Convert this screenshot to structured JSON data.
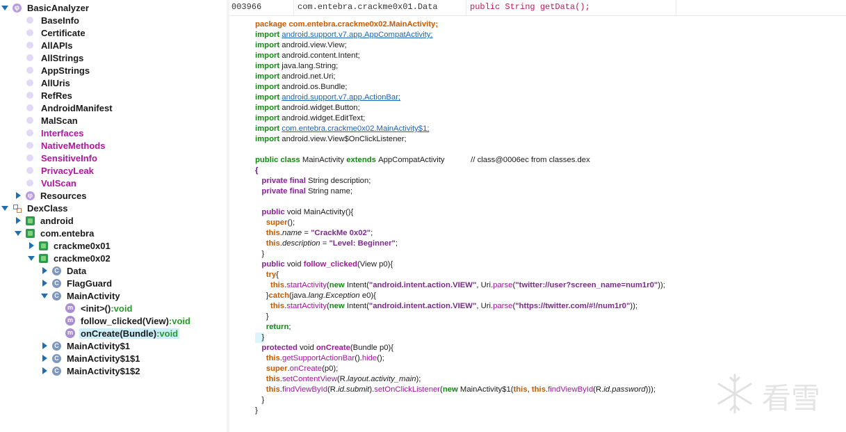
{
  "tree": {
    "nodes": [
      {
        "id": "basic",
        "label": "BasicAnalyzer",
        "depth": 0,
        "arrow": "down",
        "icon": "phi",
        "icon_name": "analyzer-icon",
        "color": "default",
        "selected": false
      },
      {
        "id": "baseinfo",
        "label": "BaseInfo",
        "depth": 1,
        "arrow": "none",
        "icon": "dot",
        "icon_name": "dot-icon",
        "color": "default",
        "selected": false
      },
      {
        "id": "certificate",
        "label": "Certificate",
        "depth": 1,
        "arrow": "none",
        "icon": "dot",
        "icon_name": "dot-icon",
        "color": "default",
        "selected": false
      },
      {
        "id": "allapis",
        "label": "AllAPIs",
        "depth": 1,
        "arrow": "none",
        "icon": "dot",
        "icon_name": "dot-icon",
        "color": "default",
        "selected": false
      },
      {
        "id": "allstrings",
        "label": "AllStrings",
        "depth": 1,
        "arrow": "none",
        "icon": "dot",
        "icon_name": "dot-icon",
        "color": "default",
        "selected": false
      },
      {
        "id": "appstrings",
        "label": "AppStrings",
        "depth": 1,
        "arrow": "none",
        "icon": "dot",
        "icon_name": "dot-icon",
        "color": "default",
        "selected": false
      },
      {
        "id": "alluris",
        "label": "AllUris",
        "depth": 1,
        "arrow": "none",
        "icon": "dot",
        "icon_name": "dot-icon",
        "color": "default",
        "selected": false
      },
      {
        "id": "refres",
        "label": "RefRes",
        "depth": 1,
        "arrow": "none",
        "icon": "dot",
        "icon_name": "dot-icon",
        "color": "default",
        "selected": false
      },
      {
        "id": "manifest",
        "label": "AndroidManifest",
        "depth": 1,
        "arrow": "none",
        "icon": "dot",
        "icon_name": "dot-icon",
        "color": "default",
        "selected": false
      },
      {
        "id": "malscan",
        "label": "MalScan",
        "depth": 1,
        "arrow": "none",
        "icon": "dot",
        "icon_name": "dot-icon",
        "color": "default",
        "selected": false
      },
      {
        "id": "interfaces",
        "label": "Interfaces",
        "depth": 1,
        "arrow": "none",
        "icon": "dot",
        "icon_name": "dot-icon",
        "color": "purple",
        "selected": false
      },
      {
        "id": "native",
        "label": "NativeMethods",
        "depth": 1,
        "arrow": "none",
        "icon": "dot",
        "icon_name": "dot-icon",
        "color": "purple",
        "selected": false
      },
      {
        "id": "sensitive",
        "label": "SensitiveInfo",
        "depth": 1,
        "arrow": "none",
        "icon": "dot",
        "icon_name": "dot-icon",
        "color": "purple",
        "selected": false
      },
      {
        "id": "privacy",
        "label": "PrivacyLeak",
        "depth": 1,
        "arrow": "none",
        "icon": "dot",
        "icon_name": "dot-icon",
        "color": "purple",
        "selected": false
      },
      {
        "id": "vulscan",
        "label": "VulScan",
        "depth": 1,
        "arrow": "none",
        "icon": "dot",
        "icon_name": "dot-icon",
        "color": "purple",
        "selected": false
      },
      {
        "id": "resources",
        "label": "Resources",
        "depth": 1,
        "arrow": "right",
        "icon": "phi",
        "icon_name": "resources-icon",
        "color": "default",
        "selected": false
      },
      {
        "id": "dexclass",
        "label": "DexClass",
        "depth": 0,
        "arrow": "down",
        "icon": "dex",
        "icon_name": "dex-class-icon",
        "color": "default",
        "selected": false
      },
      {
        "id": "android",
        "label": "android",
        "depth": 1,
        "arrow": "right",
        "icon": "pkg",
        "icon_name": "package-icon",
        "color": "default",
        "selected": false
      },
      {
        "id": "comentebra",
        "label": "com.entebra",
        "depth": 1,
        "arrow": "down",
        "icon": "pkg",
        "icon_name": "package-icon",
        "color": "default",
        "selected": false
      },
      {
        "id": "crackme01",
        "label": "crackme0x01",
        "depth": 2,
        "arrow": "right",
        "icon": "pkg",
        "icon_name": "package-icon",
        "color": "default",
        "selected": false
      },
      {
        "id": "crackme02",
        "label": "crackme0x02",
        "depth": 2,
        "arrow": "down",
        "icon": "pkg",
        "icon_name": "package-icon",
        "color": "default",
        "selected": false
      },
      {
        "id": "data",
        "label": "Data",
        "depth": 3,
        "arrow": "right",
        "icon": "cls",
        "icon_name": "class-icon",
        "color": "default",
        "selected": false
      },
      {
        "id": "flagguard",
        "label": "FlagGuard",
        "depth": 3,
        "arrow": "right",
        "icon": "cls",
        "icon_name": "class-icon",
        "color": "default",
        "selected": false
      },
      {
        "id": "mainactivity",
        "label": "MainActivity",
        "depth": 3,
        "arrow": "down",
        "icon": "cls",
        "icon_name": "class-icon",
        "color": "default",
        "selected": false
      },
      {
        "id": "init",
        "label": "<init>()",
        "suffix": ":void",
        "depth": 4,
        "arrow": "none",
        "icon": "mth",
        "icon_name": "method-icon",
        "color": "default",
        "selected": false
      },
      {
        "id": "follow",
        "label": "follow_clicked(View)",
        "suffix": ":void",
        "depth": 4,
        "arrow": "none",
        "icon": "mth",
        "icon_name": "method-icon",
        "color": "default",
        "selected": false
      },
      {
        "id": "oncreate",
        "label": "onCreate(Bundle)",
        "suffix": ":void",
        "depth": 4,
        "arrow": "none",
        "icon": "mth",
        "icon_name": "method-icon",
        "color": "default",
        "selected": true
      },
      {
        "id": "ma1",
        "label": "MainActivity$1",
        "depth": 3,
        "arrow": "right",
        "icon": "cls",
        "icon_name": "class-icon",
        "color": "default",
        "selected": false
      },
      {
        "id": "ma11",
        "label": "MainActivity$1$1",
        "depth": 3,
        "arrow": "right",
        "icon": "cls",
        "icon_name": "class-icon",
        "color": "default",
        "selected": false
      },
      {
        "id": "ma12",
        "label": "MainActivity$1$2",
        "depth": 3,
        "arrow": "right",
        "icon": "cls",
        "icon_name": "class-icon",
        "color": "default",
        "selected": false
      }
    ]
  },
  "header": {
    "offset": "003966",
    "class_name": "com.entebra.crackme0x01.Data",
    "method": "public String getData();"
  },
  "code_lines": [
    [
      [
        "kwo",
        "package com.entebra.crackme0x02.MainActivity;"
      ]
    ],
    [
      [
        "kw",
        "import "
      ],
      [
        "lnk",
        "android.support.v7.app.AppCompatActivity;"
      ]
    ],
    [
      [
        "kw",
        "import "
      ],
      [
        "t",
        "android.view.View;"
      ]
    ],
    [
      [
        "kw",
        "import "
      ],
      [
        "t",
        "android.content.Intent;"
      ]
    ],
    [
      [
        "kw",
        "import "
      ],
      [
        "t",
        "java.lang.String;"
      ]
    ],
    [
      [
        "kw",
        "import "
      ],
      [
        "t",
        "android.net.Uri;"
      ]
    ],
    [
      [
        "kw",
        "import "
      ],
      [
        "t",
        "android.os.Bundle;"
      ]
    ],
    [
      [
        "kw",
        "import "
      ],
      [
        "lnk",
        "android.support.v7.app.ActionBar;"
      ]
    ],
    [
      [
        "kw",
        "import "
      ],
      [
        "t",
        "android.widget.Button;"
      ]
    ],
    [
      [
        "kw",
        "import "
      ],
      [
        "t",
        "android.widget.EditText;"
      ]
    ],
    [
      [
        "kw",
        "import "
      ],
      [
        "lnk",
        "com.entebra.crackme0x02.MainActivity$1;"
      ]
    ],
    [
      [
        "kw",
        "import "
      ],
      [
        "t",
        "android.view.View$OnClickListener;"
      ]
    ],
    [],
    [
      [
        "kw",
        "public class "
      ],
      [
        "t",
        "MainActivity "
      ],
      [
        "kw",
        "extends "
      ],
      [
        "t",
        "AppCompatActivity            // class@0006ec from classes.dex"
      ]
    ],
    [
      [
        "brace",
        "{"
      ]
    ],
    [
      [
        "t",
        "   "
      ],
      [
        "kwp",
        "private final "
      ],
      [
        "t",
        "String description;"
      ]
    ],
    [
      [
        "t",
        "   "
      ],
      [
        "kwp",
        "private final "
      ],
      [
        "t",
        "String name;"
      ]
    ],
    [],
    [
      [
        "t",
        "   "
      ],
      [
        "kwp",
        "public "
      ],
      [
        "t",
        "void MainActivity(){"
      ]
    ],
    [
      [
        "t",
        "     "
      ],
      [
        "kwo",
        "super"
      ],
      [
        "t",
        "();"
      ]
    ],
    [
      [
        "t",
        "     "
      ],
      [
        "kwo",
        "this"
      ],
      [
        "t",
        "."
      ],
      [
        "ital",
        "name"
      ],
      [
        "t",
        " = "
      ],
      [
        "str",
        "\"CrackMe 0x02\""
      ],
      [
        "t",
        ";"
      ]
    ],
    [
      [
        "t",
        "     "
      ],
      [
        "kwo",
        "this"
      ],
      [
        "t",
        "."
      ],
      [
        "ital",
        "description"
      ],
      [
        "t",
        " = "
      ],
      [
        "str",
        "\"Level: Beginner\""
      ],
      [
        "t",
        ";"
      ]
    ],
    [
      [
        "t",
        "   }"
      ]
    ],
    [
      [
        "t",
        "   "
      ],
      [
        "kwp",
        "public "
      ],
      [
        "t",
        "void "
      ],
      [
        "methb",
        "follow_clicked"
      ],
      [
        "t",
        "(View p0){"
      ]
    ],
    [
      [
        "t",
        "     "
      ],
      [
        "kwo",
        "try"
      ],
      [
        "t",
        "{"
      ]
    ],
    [
      [
        "t",
        "       "
      ],
      [
        "kwo",
        "this"
      ],
      [
        "t",
        "."
      ],
      [
        "meth",
        "startActivity"
      ],
      [
        "t",
        "("
      ],
      [
        "kw",
        "new "
      ],
      [
        "t",
        "Intent("
      ],
      [
        "str",
        "\"android.intent.action.VIEW\""
      ],
      [
        "t",
        ", Uri."
      ],
      [
        "meth",
        "parse"
      ],
      [
        "t",
        "("
      ],
      [
        "str",
        "\"twitter://user?screen_name=num1r0\""
      ],
      [
        "t",
        "));"
      ]
    ],
    [
      [
        "t",
        "     }"
      ],
      [
        "kwo",
        "catch"
      ],
      [
        "t",
        "(java."
      ],
      [
        "ital",
        "lang.Exception"
      ],
      [
        "t",
        " e0){"
      ]
    ],
    [
      [
        "t",
        "       "
      ],
      [
        "kwo",
        "this"
      ],
      [
        "t",
        "."
      ],
      [
        "meth",
        "startActivity"
      ],
      [
        "t",
        "("
      ],
      [
        "kw",
        "new "
      ],
      [
        "t",
        "Intent("
      ],
      [
        "str",
        "\"android.intent.action.VIEW\""
      ],
      [
        "t",
        ", Uri."
      ],
      [
        "meth",
        "parse"
      ],
      [
        "t",
        "("
      ],
      [
        "str",
        "\"https://twitter.com/#!/num1r0\""
      ],
      [
        "t",
        "));"
      ]
    ],
    [
      [
        "t",
        "     }"
      ]
    ],
    [
      [
        "t",
        "     "
      ],
      [
        "kw",
        "return"
      ],
      [
        "t",
        ";"
      ]
    ],
    [
      [
        "t",
        "   }"
      ]
    ],
    [
      [
        "t",
        "   "
      ],
      [
        "kwp",
        "protected "
      ],
      [
        "t",
        "void "
      ],
      [
        "methb",
        "onCreate"
      ],
      [
        "t",
        "(Bundle p0){"
      ]
    ],
    [
      [
        "t",
        "     "
      ],
      [
        "kwo",
        "this"
      ],
      [
        "t",
        "."
      ],
      [
        "meth",
        "getSupportActionBar"
      ],
      [
        "t",
        "()."
      ],
      [
        "meth",
        "hide"
      ],
      [
        "t",
        "();"
      ]
    ],
    [
      [
        "t",
        "     "
      ],
      [
        "kwo",
        "super"
      ],
      [
        "t",
        "."
      ],
      [
        "meth",
        "onCreate"
      ],
      [
        "t",
        "(p0);"
      ]
    ],
    [
      [
        "t",
        "     "
      ],
      [
        "kwo",
        "this"
      ],
      [
        "t",
        "."
      ],
      [
        "meth",
        "setContentView"
      ],
      [
        "t",
        "(R."
      ],
      [
        "ital",
        "layout.activity_main"
      ],
      [
        "t",
        ");"
      ]
    ],
    [
      [
        "t",
        "     "
      ],
      [
        "kwo",
        "this"
      ],
      [
        "t",
        "."
      ],
      [
        "meth",
        "findViewById"
      ],
      [
        "t",
        "(R."
      ],
      [
        "ital",
        "id.submit"
      ],
      [
        "t",
        ")."
      ],
      [
        "meth",
        "setOnClickListener"
      ],
      [
        "t",
        "("
      ],
      [
        "kw",
        "new "
      ],
      [
        "t",
        "MainActivity$1("
      ],
      [
        "kwo",
        "this"
      ],
      [
        "t",
        ", "
      ],
      [
        "kwo",
        "this"
      ],
      [
        "t",
        "."
      ],
      [
        "meth",
        "findViewById"
      ],
      [
        "t",
        "(R."
      ],
      [
        "ital",
        "id.password"
      ],
      [
        "t",
        ")));"
      ]
    ],
    [
      [
        "t",
        "   }"
      ]
    ],
    [
      [
        "t",
        "}"
      ]
    ]
  ],
  "highlight_line": 30,
  "watermark": {
    "icon": "snowflake-icon",
    "text": "看雪"
  }
}
